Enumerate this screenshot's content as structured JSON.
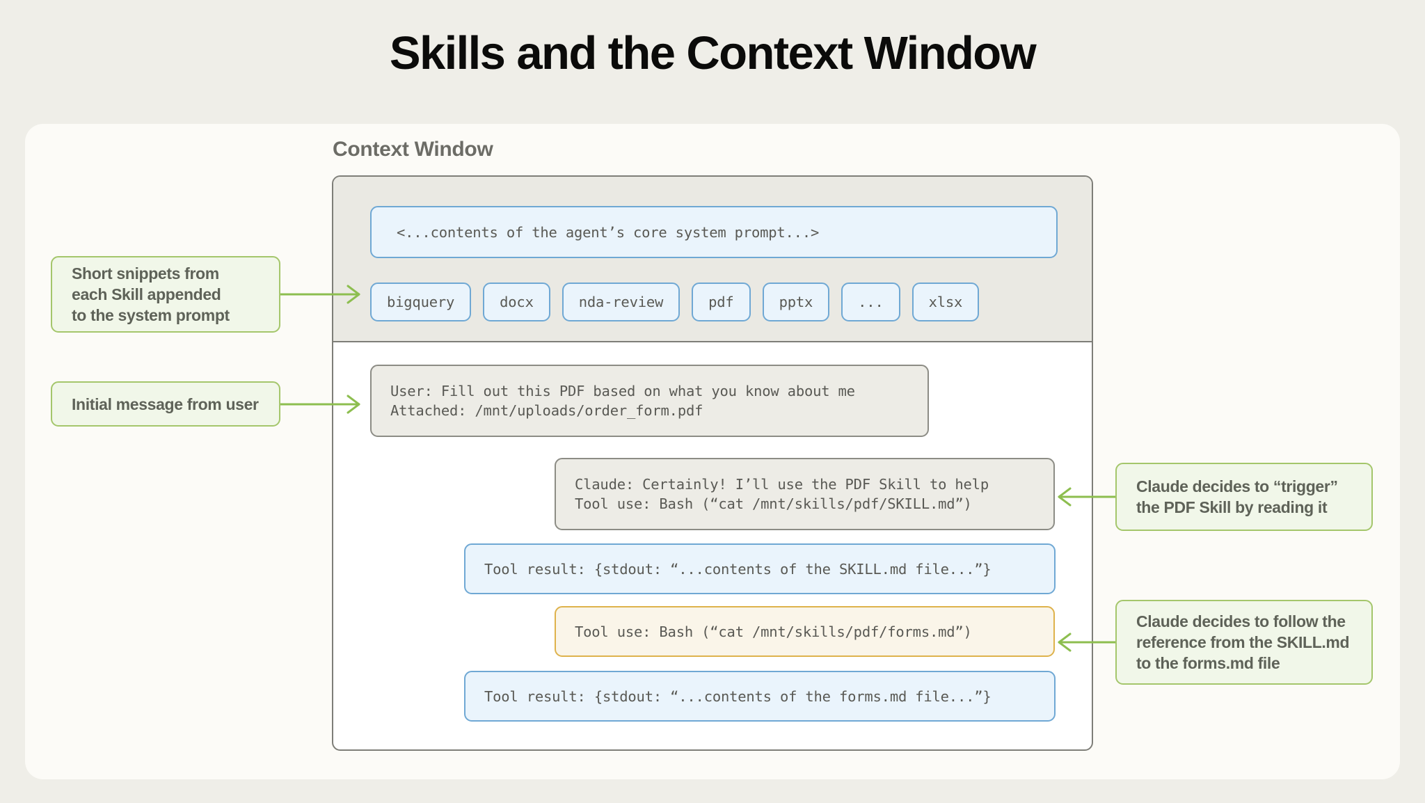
{
  "title": "Skills and the Context Window",
  "context_window": {
    "label": "Context Window",
    "system_prompt_box": "<...contents of the agent’s core system prompt...>",
    "skill_chips": [
      "bigquery",
      "docx",
      "nda-review",
      "pdf",
      "pptx",
      "...",
      "xlsx"
    ],
    "messages": [
      {
        "name": "user-message",
        "style": "grey",
        "lines": [
          "User: Fill out this PDF based on what you know about me",
          "Attached: /mnt/uploads/order_form.pdf"
        ]
      },
      {
        "name": "claude-message",
        "style": "grey",
        "lines": [
          "Claude: Certainly! I’ll use the PDF Skill to help",
          "Tool use: Bash (“cat /mnt/skills/pdf/SKILL.md”)"
        ]
      },
      {
        "name": "tool-result-skill-md",
        "style": "blue",
        "lines": [
          "Tool result: {stdout: “...contents of the SKILL.md file...”}"
        ]
      },
      {
        "name": "tool-use-forms-md",
        "style": "orange",
        "lines": [
          "Tool use: Bash (“cat /mnt/skills/pdf/forms.md”)"
        ]
      },
      {
        "name": "tool-result-forms-md",
        "style": "blue",
        "lines": [
          "Tool result: {stdout: “...contents of the forms.md file...”}"
        ]
      }
    ]
  },
  "annotations": {
    "snippets": "Short snippets from\neach Skill appended\nto the system prompt",
    "initial_message": "Initial message from user",
    "trigger": "Claude decides to “trigger”\nthe PDF Skill by reading it",
    "follow_reference": "Claude decides to follow the\nreference from the SKILL.md\nto the forms.md file"
  },
  "colors": {
    "page_background": "#EFEEE8",
    "card_background": "#FCFBF7",
    "system_zone": "#EAE9E3",
    "blue_fill": "#EAF4FC",
    "blue_border": "#6FA8D4",
    "grey_fill": "#EDECE6",
    "grey_border": "#8C8C85",
    "orange_fill": "#FAF5E9",
    "orange_border": "#DEB24B",
    "callout_fill": "#F1F7E9",
    "callout_border": "#A4C66B",
    "arrow": "#8DBE4F",
    "frame_border": "#7E7E78",
    "title_text": "#0B0B0A"
  }
}
